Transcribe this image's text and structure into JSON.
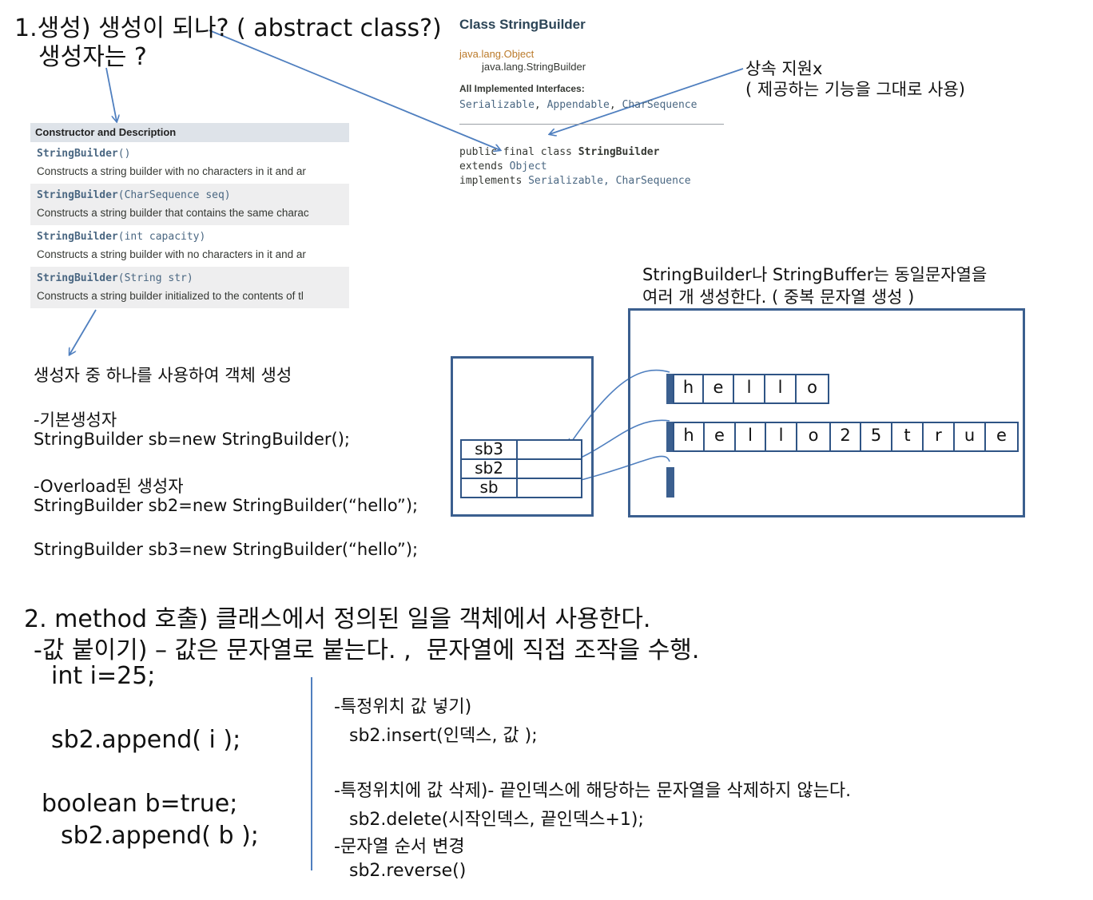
{
  "heading1": {
    "line1": "1.생성) 생성이 되나? ( abstract class?)",
    "line2": "생성자는 ?"
  },
  "javadoc": {
    "class_title": "Class StringBuilder",
    "hierarchy_parent": "java.lang.Object",
    "hierarchy_child": "java.lang.StringBuilder",
    "interfaces_label": "All Implemented Interfaces:",
    "interfaces": [
      "Serializable",
      "Appendable",
      "CharSequence"
    ],
    "declaration": {
      "line1_kw": "public final class ",
      "line1_name": "StringBuilder",
      "line2_kw": "extends ",
      "line2_type": "Object",
      "line3_kw": "implements ",
      "line3_types": "Serializable, CharSequence"
    }
  },
  "constructor_table": {
    "header": "Constructor and Description",
    "rows": [
      {
        "name": "StringBuilder",
        "params": "()",
        "desc": "Constructs a string builder with no characters in it and ar"
      },
      {
        "name": "StringBuilder",
        "params": "(CharSequence seq)",
        "desc": "Constructs a string builder that contains the same charac"
      },
      {
        "name": "StringBuilder",
        "params": "(int capacity)",
        "desc": "Constructs a string builder with no characters in it and ar"
      },
      {
        "name": "StringBuilder",
        "params": "(String str)",
        "desc": "Constructs a string builder initialized to the contents of tl"
      }
    ]
  },
  "inheritance_note": {
    "line1": "상속 지원x",
    "line2": "( 제공하는 기능을 그대로 사용)"
  },
  "constructor_usage": {
    "intro": "생성자 중 하나를 사용하여 객체 생성",
    "default_label": "-기본생성자",
    "default_code": "StringBuilder sb=new StringBuilder();",
    "overload_label": "-Overload된 생성자",
    "overload_code": "StringBuilder sb2=new StringBuilder(“hello”);",
    "code3": "StringBuilder sb3=new StringBuilder(“hello”);"
  },
  "memory_diagram": {
    "caption_line1": "StringBuilder나 StringBuffer는 동일문자열을",
    "caption_line2": "여러 개 생성한다. ( 중복 문자열 생성 )",
    "references": [
      "sb3",
      "sb2",
      "sb"
    ],
    "buffer1": [
      "h",
      "e",
      "l",
      "l",
      "o"
    ],
    "buffer2": [
      "h",
      "e",
      "l",
      "l",
      "o",
      "2",
      "5",
      "t",
      "r",
      "u",
      "e"
    ],
    "colors": {
      "border": "#3b5f8f",
      "arrow": "#4f7fbf"
    }
  },
  "section2": {
    "title": "2. method 호출) 클래스에서 정의된 일을 객체에서 사용한다.",
    "append_desc": "-값 붙이기) – 값은 문자열로 붙는다. ,  문자열에 직접 조작을 수행.",
    "code_int": "int i=25;",
    "code_append_i": "sb2.append( i );",
    "code_boolean": "boolean b=true;",
    "code_append_b": "sb2.append( b );",
    "insert_label": "-특정위치 값 넣기)",
    "insert_code": "sb2.insert(인덱스, 값 );",
    "delete_label": "-특정위치에 값 삭제)- 끝인덱스에 해당하는 문자열을 삭제하지 않는다.",
    "delete_code": "sb2.delete(시작인덱스, 끝인덱스+1);",
    "reverse_label": "-문자열 순서 변경",
    "reverse_code": "sb2.reverse()"
  }
}
